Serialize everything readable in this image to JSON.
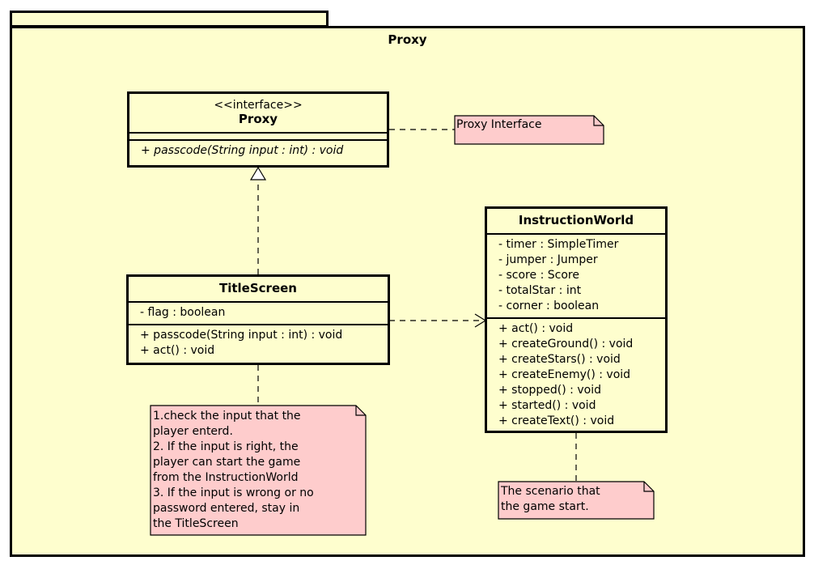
{
  "package": {
    "name": "Proxy"
  },
  "proxy_interface": {
    "stereotype": "<<interface>>",
    "name": "Proxy",
    "operations": [
      "+ passcode(String input : int) : void"
    ]
  },
  "title_screen": {
    "name": "TitleScreen",
    "attributes": [
      "- flag : boolean"
    ],
    "operations": [
      "+ passcode(String input : int) : void",
      "+ act() : void"
    ]
  },
  "instruction_world": {
    "name": "InstructionWorld",
    "attributes": [
      "- timer : SimpleTimer",
      "- jumper : Jumper",
      "- score : Score",
      "- totalStar : int",
      "- corner : boolean"
    ],
    "operations": [
      "+ act() : void",
      "+ createGround() : void",
      "+ createStars() : void",
      "+ createEnemy() : void",
      "+ stopped() : void",
      "+ started() : void",
      "+ createText() : void"
    ]
  },
  "notes": {
    "proxy_note": "Proxy Interface",
    "titlescreen_note": "1.check the input that the\nplayer enterd.\n2. If the input is right, the\nplayer can start the game\nfrom the InstructionWorld\n3. If the input is wrong or no\npassword entered, stay in\nthe TitleScreen",
    "instructionworld_note": "The scenario that\nthe game start."
  },
  "colors": {
    "class_fill": "#fefece",
    "note_fill": "#fecccc",
    "border": "#000000"
  }
}
